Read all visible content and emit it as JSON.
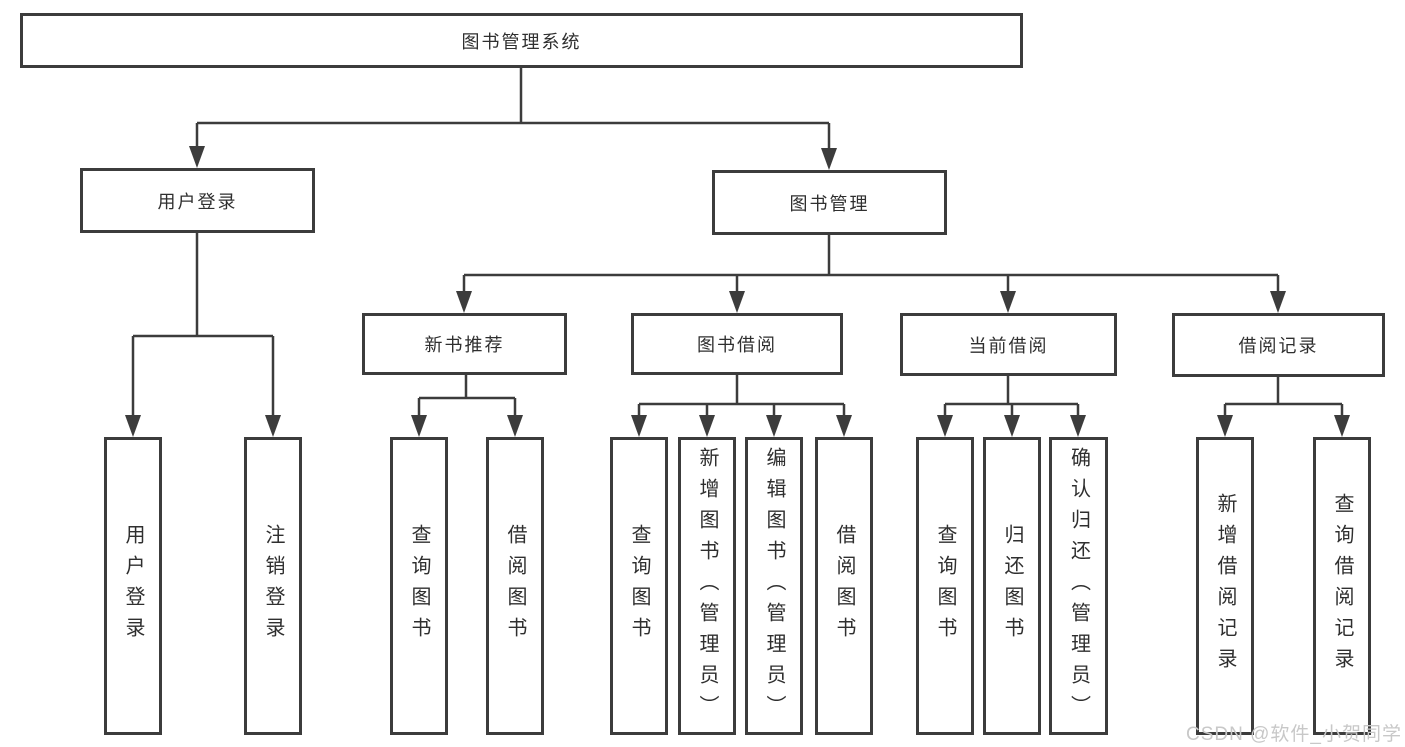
{
  "tree": {
    "root": {
      "label": "图书管理系统"
    },
    "level2": [
      {
        "label": "用户登录",
        "children": [
          {
            "label": "用户登录"
          },
          {
            "label": "注销登录"
          }
        ]
      },
      {
        "label": "图书管理"
      }
    ],
    "level3": [
      {
        "label": "新书推荐",
        "children": [
          {
            "label": "查询图书"
          },
          {
            "label": "借阅图书"
          }
        ]
      },
      {
        "label": "图书借阅",
        "children": [
          {
            "label": "查询图书"
          },
          {
            "label": "新增图书（管理员）"
          },
          {
            "label": "编辑图书（管理员）"
          },
          {
            "label": "借阅图书"
          }
        ]
      },
      {
        "label": "当前借阅",
        "children": [
          {
            "label": "查询图书"
          },
          {
            "label": "归还图书"
          },
          {
            "label": "确认归还（管理员）"
          }
        ]
      },
      {
        "label": "借阅记录",
        "children": [
          {
            "label": "新增借阅记录"
          },
          {
            "label": "查询借阅记录"
          }
        ]
      }
    ]
  },
  "watermark": {
    "text": "CSDN @软件_小贺同学"
  },
  "colors": {
    "line": "#3c3c3c",
    "box_border": "#3c3c3c",
    "box_fill": "#ffffff",
    "text": "#2f2f2f",
    "watermark": "#c8c8c8"
  }
}
